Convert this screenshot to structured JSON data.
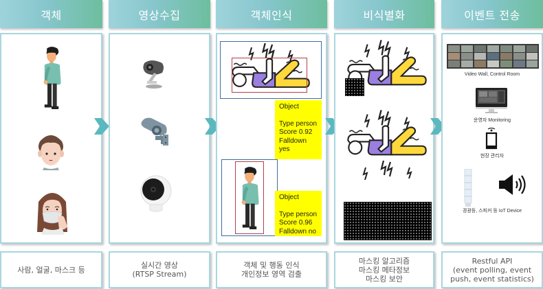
{
  "columns": [
    {
      "id": "object",
      "header": "객체",
      "footer": [
        "사람, 얼굴, 마스크 등"
      ]
    },
    {
      "id": "video-capture",
      "header": "영상수집",
      "footer": [
        "실시간 영상",
        "(RTSP Stream)"
      ]
    },
    {
      "id": "object-recognition",
      "header": "객체인식",
      "footer": [
        "객체 및 행동 인식",
        "개인정보 영역 검출"
      ]
    },
    {
      "id": "de-identification",
      "header": "비식별화",
      "footer": [
        "마스킹 알고리즘",
        "마스킹 메타정보",
        "마스킹 보안"
      ]
    },
    {
      "id": "event-transfer",
      "header": "이벤트 전송",
      "footer": [
        "Restful API",
        "(event polling, event",
        "push, event statistics)"
      ]
    }
  ],
  "detections": [
    {
      "title": "Object",
      "type": "Type person",
      "score": "Score 0.92",
      "falldown": "Falldown",
      "falldown_value": "yes"
    },
    {
      "title": "Object",
      "type": "Type person",
      "score": "Score 0.96",
      "falldown": "Falldown no"
    }
  ],
  "event_targets": [
    {
      "label": "Video Wall, Control Room",
      "icon": "video-wall-icon"
    },
    {
      "label": "운영자 Monitoring",
      "icon": "monitor-icon"
    },
    {
      "label": "현장 관리자",
      "icon": "smartphone-icon"
    },
    {
      "label": "경광등, 스피커 등 IoT Device",
      "icon": "iot-device-icon"
    }
  ],
  "colors": {
    "header_start": "#9fd3db",
    "header_end": "#6dbe9e",
    "panel_border": "#a9d6df",
    "arrow": "#5bb8bf",
    "label_bg": "#ffff00",
    "blue_box": "#3b6e9e",
    "red_box": "#b0404a",
    "purple": "#9b7fe0",
    "yellow": "#ffd93b"
  }
}
